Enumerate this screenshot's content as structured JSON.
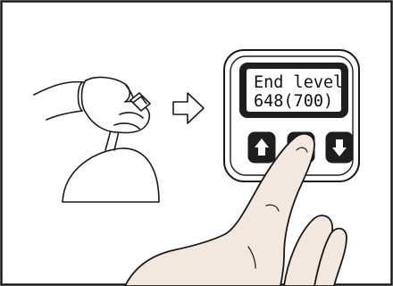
{
  "display": {
    "line1": "End level",
    "line2": "648(700)"
  },
  "buttons": {
    "left_icon": "arrow-up-icon",
    "center_icon": "blank-button",
    "right_icon": "arrow-down-icon"
  },
  "colors": {
    "skin": "#f3e8df",
    "display_background": "#ffffff",
    "button_fill": "#1e1e1e",
    "outline": "#1a1a1a"
  }
}
